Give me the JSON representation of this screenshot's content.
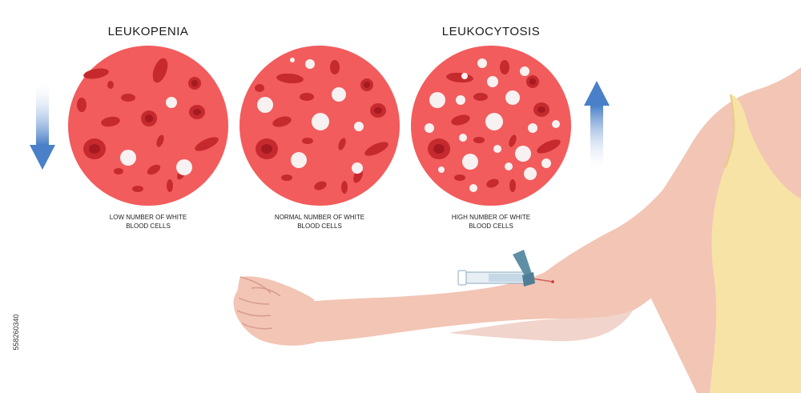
{
  "headings": {
    "left": "LEUKOPENIA",
    "right": "LEUKOCYTOSIS"
  },
  "captions": {
    "low": {
      "line1": "LOW NUMBER OF WHITE",
      "line2": "BLOOD CELLS"
    },
    "normal": {
      "line1": "NORMAL NUMBER OF WHITE",
      "line2": "BLOOD CELLS"
    },
    "high": {
      "line1": "HIGH NUMBER OF WHITE",
      "line2": "BLOOD CELLS"
    }
  },
  "side_id": "558260340",
  "colors": {
    "plasma": "#f25c5c",
    "red_cell": "#c9252b",
    "red_cell_center": "#a51a20",
    "white_cell": "#f7f1f1",
    "skin": "#f2c5b5",
    "skin_shadow": "#e3a998",
    "tank_top": "#f7e3a6",
    "arrow_blue": "#5b8fd0"
  },
  "icons": {
    "down_arrow": "arrow-down-icon",
    "up_arrow": "arrow-up-icon",
    "syringe": "syringe-icon"
  }
}
